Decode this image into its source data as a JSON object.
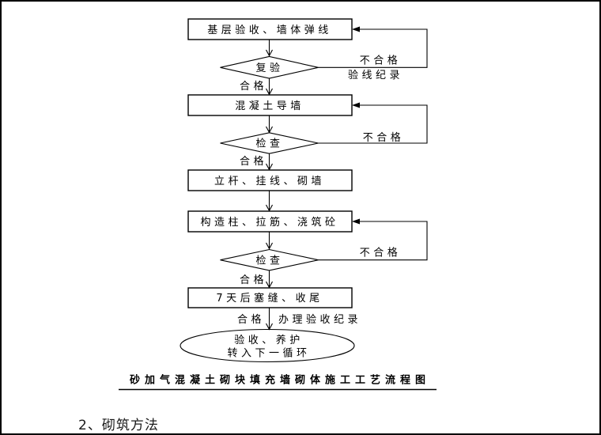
{
  "flowchart": {
    "boxes": [
      {
        "label": "基层验收、墙体弹线"
      },
      {
        "label": "混凝土导墙"
      },
      {
        "label": "立杆、挂线、砌墙"
      },
      {
        "label": "构造柱、拉筋、浇筑砼"
      },
      {
        "label": "7天后塞缝、收尾"
      }
    ],
    "decisions": [
      {
        "label": "复验"
      },
      {
        "label": "检查"
      },
      {
        "label": "检查"
      }
    ],
    "terminal": {
      "line1": "验收、养护",
      "line2": "转入下一循环"
    },
    "labels": {
      "pass": "合格",
      "fail": "不合格",
      "fail_note": "验线纪录",
      "acceptance_note": "办理验收纪录"
    },
    "caption": "砂加气混凝土砌块填充墙砌体施工工艺流程图"
  },
  "section_heading": "2、砌筑方法",
  "colors": {
    "line": "#000000",
    "background": "#ffffff"
  }
}
